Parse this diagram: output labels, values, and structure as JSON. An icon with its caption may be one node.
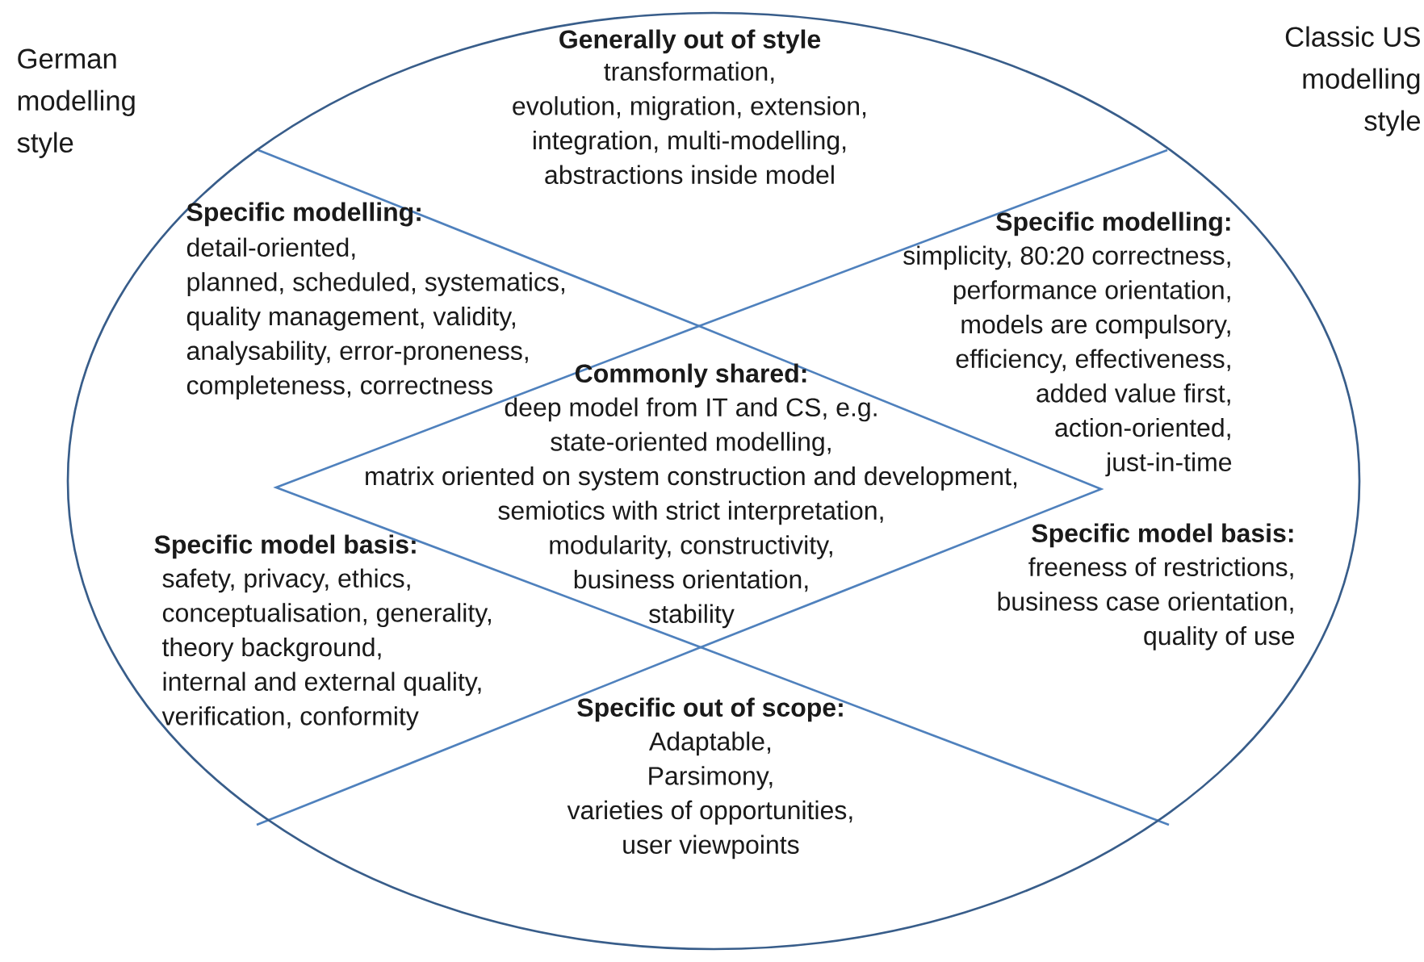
{
  "diagram": {
    "nodes": [
      {
        "text": [
          "Generally out of style",
          "transformation, evolution, migration, extension, integration, multi-modelling, abstractions inside model",
          "Specific modelling:",
          "detail-oriented, planned, scheduled, systematics, quality management, validity, analysability, error-proneness, completeness, correctness",
          "Specific modelling:",
          "simplicity, 80:20 correctness, performance orientation, models are compulsory, efficiency, effectiveness, added value first, action-oriented, just-in-time",
          "Specific model basis:",
          "safety, privacy, ethics, conceptualisation, generality, theory background, internal and external quality, verification, conformity",
          "Specific model basis:",
          "freeness of restrictions, business case orientation, quality of use",
          "Specific out of scope:",
          "Adaptable, Parsimony, varieties of opportunities, user viewpoints"
        ]
      },
      {
        "text": [
          "Commonly shared:",
          "deep model from IT and CS, e.g. state-oriented modelling, matrix oriented on system construction and development, semiotics with strict interpretation, modularity, constructivity, business orientation, stability"
        ],
        "in": 0
      }
    ],
    "labels": [
      "German modelling style",
      "Classic US modelling style"
    ]
  }
}
